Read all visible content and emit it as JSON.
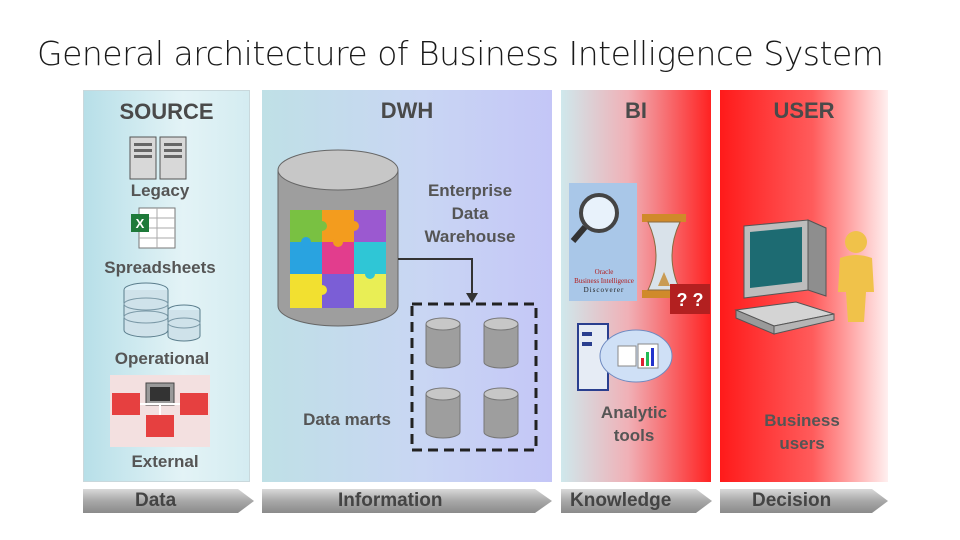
{
  "title": "General architecture of Business Intelligence System",
  "columns": {
    "source": {
      "header": "SOURCE",
      "items": [
        "Legacy",
        "Spreadsheets",
        "Operational",
        "External"
      ]
    },
    "dwh": {
      "header": "DWH",
      "edw_label": [
        "Enterprise",
        "Data",
        "Warehouse"
      ],
      "marts_label": "Data marts"
    },
    "bi": {
      "header": "BI",
      "tools_label": [
        "Analytic",
        "tools"
      ],
      "logo_text": [
        "Oracle",
        "Business Intelligence",
        "Discoverer"
      ]
    },
    "user": {
      "header": "USER",
      "users_label": [
        "Business",
        "users"
      ]
    }
  },
  "bands": [
    "Data",
    "Information",
    "Knowledge",
    "Decision"
  ],
  "colors": {
    "source_bg": "#d4ecf1",
    "dwh_bg": "#c4c6f7",
    "bi_bg": "#ff2222",
    "user_bg": "#ff1a1a",
    "band": "#9a9a9a"
  },
  "icons": [
    "server-icon",
    "spreadsheet-icon",
    "database-icon",
    "network-icon",
    "cylinder-icon",
    "puzzle-icon",
    "magnifier-icon",
    "hourglass-icon",
    "chart-icon",
    "computer-icon",
    "person-icon"
  ]
}
